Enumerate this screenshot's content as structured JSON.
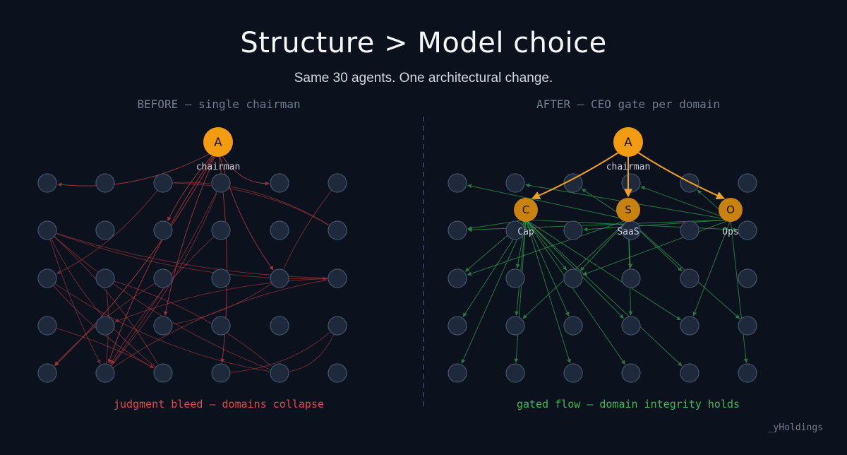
{
  "title": "Structure > Model choice",
  "subtitle": "Same 30 agents. One architectural change.",
  "before": {
    "label": "BEFORE — single chairman",
    "caption": "judgment bleed — domains collapse",
    "chairman": {
      "letter": "A",
      "name": "chairman"
    }
  },
  "after": {
    "label": "AFTER — CEO gate per domain",
    "caption": "gated flow — domain integrity holds",
    "chairman": {
      "letter": "A",
      "name": "chairman"
    },
    "ceos": [
      {
        "letter": "C",
        "name": "Cap"
      },
      {
        "letter": "S",
        "name": "SaaS"
      },
      {
        "letter": "O",
        "name": "Ops"
      }
    ]
  },
  "brand": "_yHoldings",
  "colors": {
    "background": "#0b121d",
    "agent_fill": "#1e2a3b",
    "agent_stroke": "#415066",
    "chairman": "#f39c12",
    "ceo": "#c9820f",
    "before_edge": "#b0383d",
    "after_edge": "#2f9a4c",
    "gate_edge": "#f0a020",
    "divider": "#2d3d52"
  }
}
